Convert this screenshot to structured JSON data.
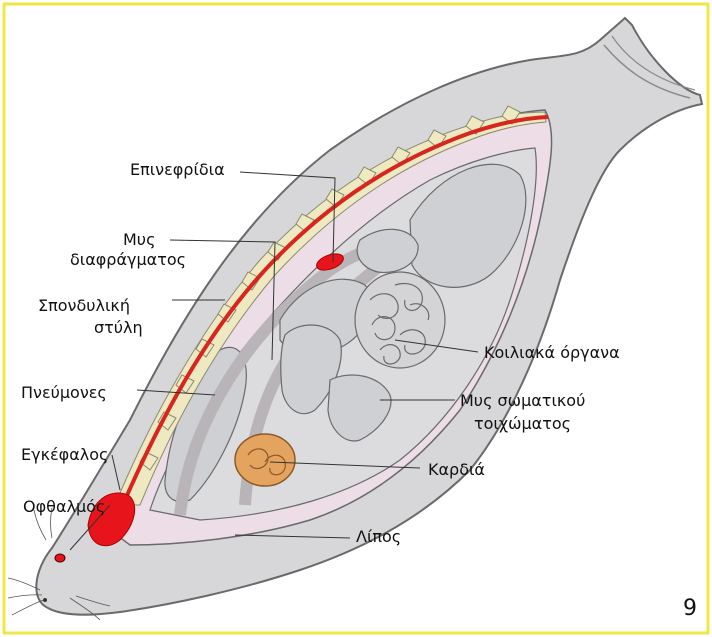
{
  "labels": {
    "adrenals": "Επινεφρίδια",
    "diaphragm_line1": "Μυς",
    "diaphragm_line2": "διαφράγματος",
    "spine_line1": "Σπονδυλική",
    "spine_line2": "στύλη",
    "lungs": "Πνεύμονες",
    "brain": "Εγκέφαλος",
    "eye": "Οφθαλμός",
    "abdominal": "Κοιλιακά όργανα",
    "wall_muscle_line1": "Μυς σωματικού",
    "wall_muscle_line2": "τοιχώματος",
    "heart": "Καρδιά",
    "fat": "Λίπος"
  },
  "page_number": "9",
  "colors": {
    "border": "#f2e64a",
    "body": "#d7d7d9",
    "body_outline": "#6a6a6a",
    "blubber_inner": "#ecdde6",
    "vertebrae": "#efe9c2",
    "spinal_cord": "#d7261e",
    "brain": "#e8141c",
    "heart": "#e4a35e",
    "organs": "#cfd0d3"
  }
}
